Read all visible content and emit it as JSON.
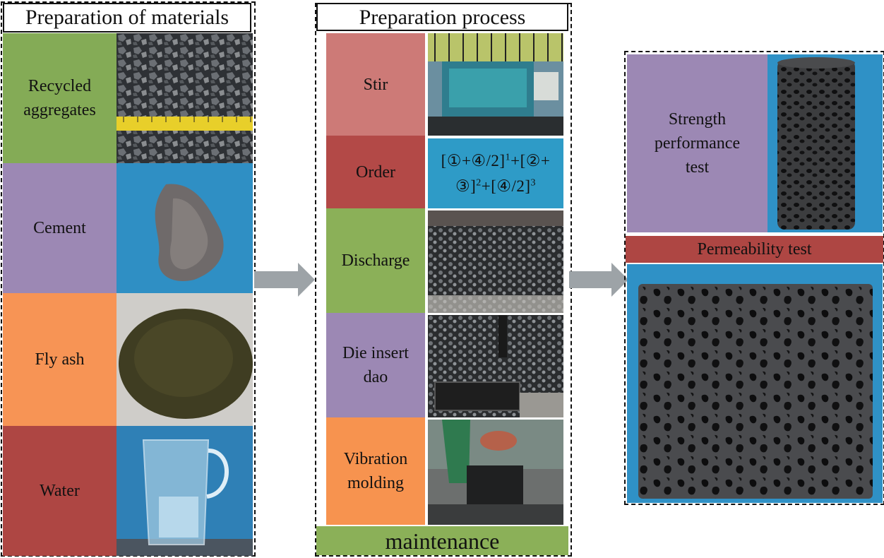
{
  "materials": {
    "title": "Preparation of materials",
    "items": [
      {
        "label": "Recycled\naggregates",
        "color": "#84ab56"
      },
      {
        "label": "Cement",
        "color": "#9c88b4"
      },
      {
        "label": "Fly ash",
        "color": "#f79455"
      },
      {
        "label": "Water",
        "color": "#ae4643"
      }
    ]
  },
  "process": {
    "title": "Preparation process",
    "steps": [
      {
        "label": "Stir",
        "color": "#cd7a77"
      },
      {
        "label": "Order",
        "color": "#b34947"
      },
      {
        "label": "Discharge",
        "color": "#8bb058"
      },
      {
        "label": "Die insert\ndao",
        "color": "#9c88b4"
      },
      {
        "label": "Vibration\nmolding",
        "color": "#f7934f"
      }
    ],
    "formula": {
      "line1_a": "[①+④/2]",
      "sup1": "1",
      "line1_b": "+[②+",
      "line2_a": "③]",
      "sup2": "2",
      "line2_b": "+[④/2]",
      "sup3": "3",
      "color": "#2e9bc7"
    },
    "footer": "maintenance",
    "footer_color": "#8bb058"
  },
  "tests": {
    "strength_label": "Strength\nperformance\ntest",
    "strength_color": "#9c88b4",
    "permeability_label": "Permeability test",
    "permeability_color": "#ae4643"
  },
  "colors": {
    "arrow": "#9da3a7",
    "photo_blue": "#2f91c6"
  },
  "icons": {
    "arrow": "right-arrow-icon"
  }
}
